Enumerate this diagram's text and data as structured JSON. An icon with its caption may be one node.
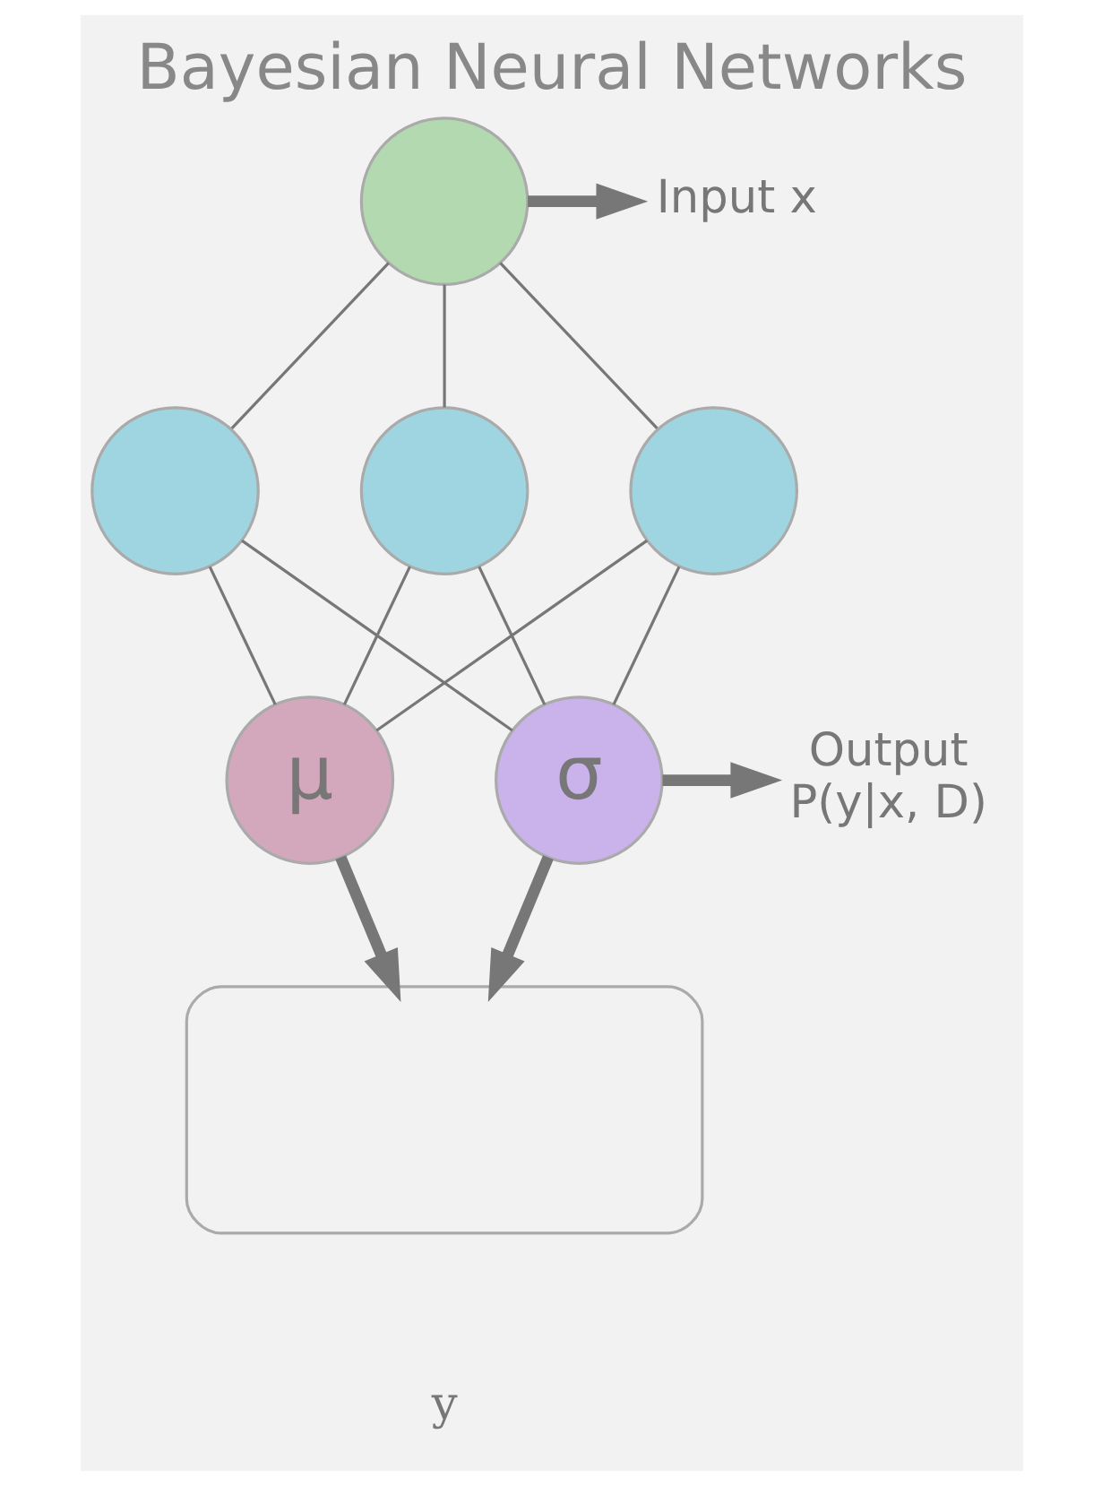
{
  "diagram": {
    "title": "Bayesian Neural Networks",
    "nodes": [
      {
        "text": [],
        "shape": "circle"
      },
      {
        "text": [
          "Input x"
        ]
      },
      {
        "text": [],
        "shape": "circle"
      },
      {
        "text": [],
        "shape": "circle"
      },
      {
        "text": [],
        "shape": "circle"
      },
      {
        "text": [
          "μ"
        ]
      },
      {
        "text": [
          "σ"
        ]
      },
      {
        "text": [
          "Output",
          "P(y|x, D)"
        ]
      },
      {
        "text": [],
        "shape": "curve"
      }
    ],
    "edges": [
      {
        "from": 0,
        "to": 1,
        "arrow": "to",
        "style": "thick"
      },
      {
        "from": 0,
        "to": 2,
        "arrow": "none"
      },
      {
        "from": 0,
        "to": 3,
        "arrow": "none"
      },
      {
        "from": 0,
        "to": 4,
        "arrow": "none"
      },
      {
        "from": 2,
        "to": 5,
        "arrow": "none"
      },
      {
        "from": 2,
        "to": 6,
        "arrow": "none"
      },
      {
        "from": 3,
        "to": 5,
        "arrow": "none"
      },
      {
        "from": 3,
        "to": 6,
        "arrow": "none"
      },
      {
        "from": 4,
        "to": 5,
        "arrow": "none"
      },
      {
        "from": 4,
        "to": 6,
        "arrow": "none"
      },
      {
        "from": 6,
        "to": 7,
        "arrow": "to",
        "style": "thick"
      },
      {
        "from": 5,
        "to": 8,
        "arrow": "to",
        "style": "thick"
      },
      {
        "from": 6,
        "to": 8,
        "arrow": "to",
        "style": "thick"
      }
    ],
    "labels": [
      "y"
    ]
  }
}
